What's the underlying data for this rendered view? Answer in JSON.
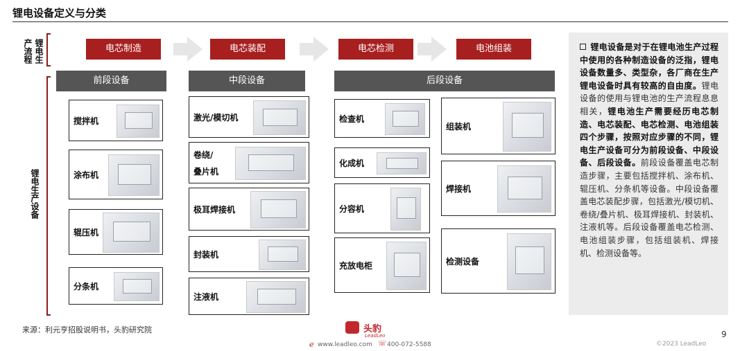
{
  "title": "锂电设备定义与分类",
  "side": {
    "process_label": "锂电生产流程",
    "equipment_label": "锂电生产设备"
  },
  "steps": [
    "电芯制造",
    "电芯装配",
    "电芯检测",
    "电池组装"
  ],
  "sections": {
    "front": {
      "header": "前段设备",
      "items": [
        "搅拌机",
        "涂布机",
        "辊压机",
        "分条机"
      ]
    },
    "middle": {
      "header": "中段设备",
      "items": [
        "激光/模切机",
        "卷绕/叠片机",
        "极耳焊接机",
        "封装机",
        "注液机"
      ]
    },
    "back": {
      "header": "后段设备",
      "items": [
        "检查机",
        "化成机",
        "分容机",
        "充放电柜",
        "组装机",
        "焊接机",
        "检测设备"
      ]
    }
  },
  "description": {
    "p1_bold": "锂电设备是对于在锂电池生产过程中使用的各种制造设备的泛指，锂电设备数量多、类型杂，各厂商在生产锂电设备时具有较高的自由度。",
    "p2": "锂电设备的使用与锂电池的生产流程息息相关，",
    "p3_bold": "锂电池生产需要经历电芯制造、电芯装配、电芯检测、电池组装四个步骤，按照对应步骤的不同，锂电生产设备可分为前段设备、中段设备、后段设备。",
    "p4": "前段设备覆盖电芯制造步骤，主要包括搅拌机、涂布机、辊压机、分条机等设备。中段设备覆盖电芯装配步骤，包括激光/模切机、卷绕/叠片机、极耳焊接机、封装机、注液机等。后段设备覆盖电芯检测、电池组装步骤，包括组装机、焊接机、检测设备等。"
  },
  "footer": {
    "source": "来源：利元亨招股说明书，头豹研究院",
    "brand": "头豹",
    "brand_sub": "LeadLeo",
    "website": "www.leadleo.com",
    "phone": "400-072-5588",
    "page_number": "9",
    "copyright": "©2023 LeadLeo"
  },
  "colors": {
    "accent": "#a81f1f",
    "header_gray": "#555555",
    "panel_gray": "#ececec"
  }
}
